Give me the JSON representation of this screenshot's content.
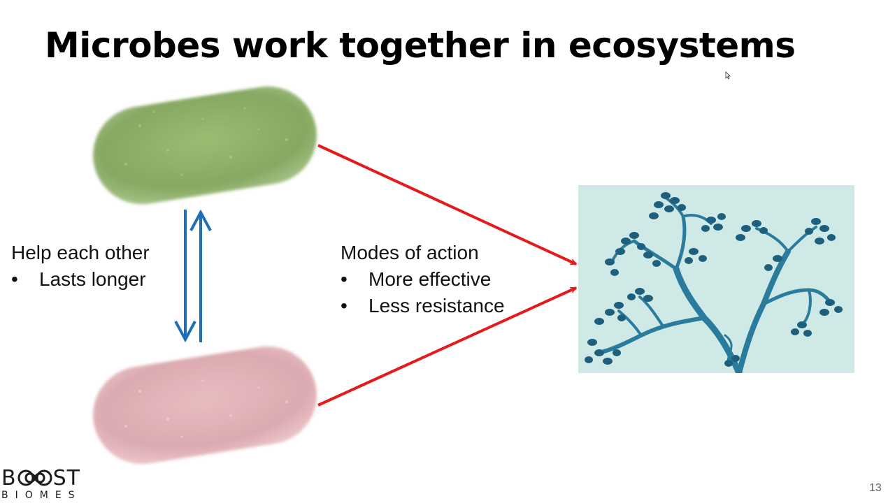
{
  "slide": {
    "title": "Microbes work together in ecosystems",
    "page_number": "13"
  },
  "left_text": {
    "heading": "Help each other",
    "bullets": [
      "Lasts longer"
    ]
  },
  "right_text": {
    "heading": "Modes of action",
    "bullets": [
      "More effective",
      "Less resistance"
    ]
  },
  "logo": {
    "top_letters_left": "B",
    "top_letters_right": "ST",
    "bottom_text": "BIOMES"
  },
  "colors": {
    "green_microbe": "#8fb06a",
    "pink_microbe": "#e2b3b8",
    "red_arrow": "#e41b1b",
    "blue_arrow": "#1f6fb8",
    "fungus_background": "#cfe9e6",
    "fungus_color": "#1f6b8a"
  },
  "icons": {
    "green_microbe": "green-rod-bacterium-icon",
    "pink_microbe": "pink-rod-bacterium-icon",
    "fungus": "branching-fungus-icon",
    "exchange": "bidirectional-arrow-icon",
    "cursor": "mouse-cursor-icon"
  }
}
